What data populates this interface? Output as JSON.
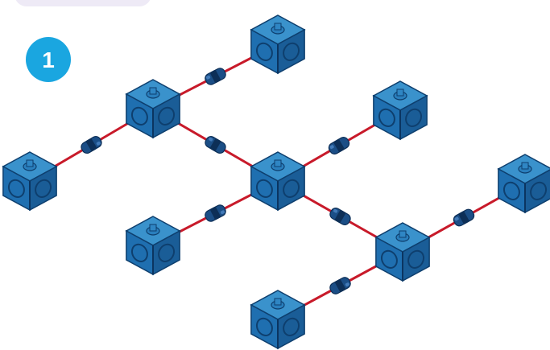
{
  "step": {
    "number": "1"
  },
  "colors": {
    "badge": "#1aa6e0",
    "badge_text": "#ffffff",
    "top_pill": "#eeeaf6",
    "rod": "#c81a2a",
    "cube_top": "#3a92cc",
    "cube_left": "#1f6fb0",
    "cube_right": "#1a5d97",
    "cube_edge": "#0e3f6e",
    "connector": "#1b4e86",
    "connector_band": "#0d2f57"
  },
  "diagram": {
    "description_icons": [
      "cube-block",
      "rod-connector"
    ],
    "blocks": [
      {
        "id": "c1"
      },
      {
        "id": "c2"
      },
      {
        "id": "c3"
      },
      {
        "id": "c4"
      },
      {
        "id": "c5"
      },
      {
        "id": "c6"
      },
      {
        "id": "c7"
      },
      {
        "id": "c8"
      },
      {
        "id": "c9"
      }
    ],
    "links": [
      {
        "from": "c2",
        "to": "c1"
      },
      {
        "from": "c2",
        "to": "c3"
      },
      {
        "from": "c2",
        "to": "c4"
      },
      {
        "from": "c4",
        "to": "c5"
      },
      {
        "from": "c4",
        "to": "c6"
      },
      {
        "from": "c4",
        "to": "c7"
      },
      {
        "from": "c7",
        "to": "c8"
      },
      {
        "from": "c7",
        "to": "c9"
      }
    ]
  }
}
